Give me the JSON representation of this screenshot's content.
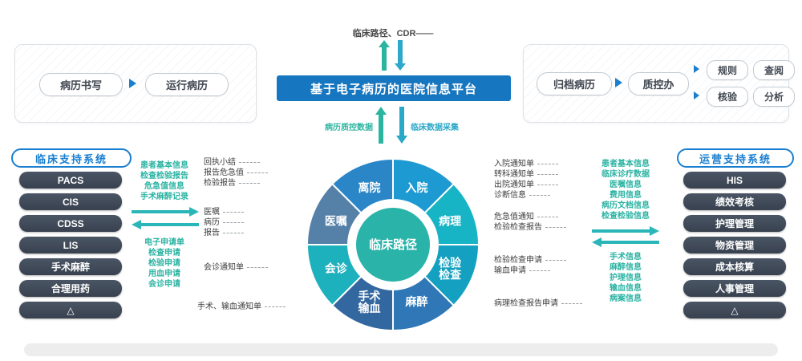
{
  "header": {
    "cdr_label": "临床路径、CDR——",
    "platform_title": "基于电子病历的医院信息平台",
    "quality_up_label": "病历质控数据",
    "collect_down_label": "临床数据采集"
  },
  "record_flow_box": {
    "write_label": "病历书写",
    "run_label": "运行病历"
  },
  "archive_box": {
    "archive_label": "归档病历",
    "qc_office_label": "质控办",
    "functions": [
      "规则",
      "查阅",
      "核验",
      "分析"
    ]
  },
  "clinical_panel": {
    "title": "临床支持系统",
    "items": [
      "PACS",
      "CIS",
      "CDSS",
      "LIS",
      "手术麻醉",
      "合理用药",
      "△"
    ]
  },
  "operation_panel": {
    "title": "运营支持系统",
    "items": [
      "HIS",
      "绩效考核",
      "护理管理",
      "物资管理",
      "成本核算",
      "人事管理",
      "△"
    ]
  },
  "wheel": {
    "center_label": "临床路径",
    "center_color": "#2ab3a8",
    "segments": [
      {
        "label": "入院",
        "color": "#1e9ad2"
      },
      {
        "label": "病理",
        "color": "#17b4c6"
      },
      {
        "label": "检验\n检查",
        "color": "#14a0c0"
      },
      {
        "label": "麻醉",
        "color": "#2f77b6"
      },
      {
        "label": "手术\n输血",
        "color": "#33679f"
      },
      {
        "label": "会诊",
        "color": "#1db0bd"
      },
      {
        "label": "医嘱",
        "color": "#5580a8"
      },
      {
        "label": "离院",
        "color": "#2b86c8"
      }
    ]
  },
  "left_flows": {
    "green_top": [
      "患者基本信息",
      "检查检验报告",
      "危急值信息",
      "手术麻醉记录"
    ],
    "green_bottom": [
      "电子申请单",
      "检查申请",
      "检验申请",
      "用血申请",
      "会诊申请"
    ],
    "black_top": [
      "回执小结",
      "报告危急值",
      "检验报告"
    ],
    "black_mid": [
      "医嘱",
      "病历",
      "报告"
    ],
    "black_consult": "会诊通知单",
    "black_surgery": "手术、输血通知单"
  },
  "right_flows": {
    "black_top": [
      "入院通知单",
      "转科通知单",
      "出院通知单",
      "诊断信息"
    ],
    "black_mid": [
      "危急值通知",
      "检验检查报告"
    ],
    "black_req": [
      "检验检查申请",
      "输血申请"
    ],
    "black_path": "病理检查报告申请",
    "green_top": [
      "患者基本信息",
      "临床诊疗数据",
      "医嘱信息",
      "费用信息",
      "病历文档信息",
      "检查检验信息"
    ],
    "green_bottom": [
      "手术信息",
      "麻醉信息",
      "护理信息",
      "输血信息",
      "病案信息"
    ]
  }
}
